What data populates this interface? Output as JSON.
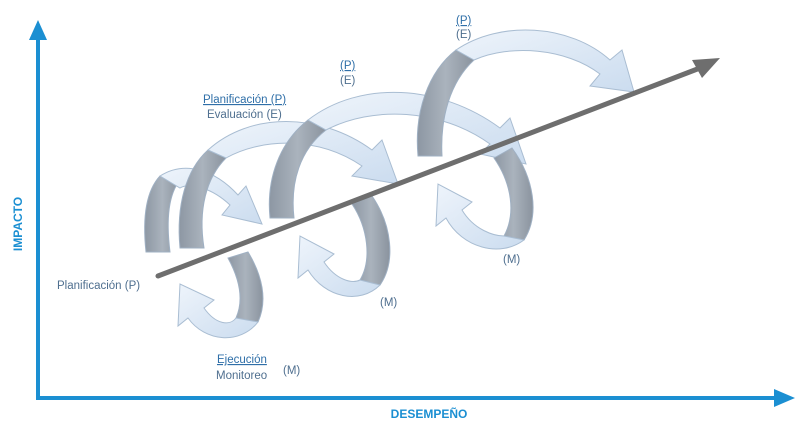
{
  "axes": {
    "y_label": "IMPACTO",
    "x_label": "DESEMPEÑO"
  },
  "labels": {
    "start": "Planificación (P)",
    "plan_eval_top": "Planificación (P)",
    "plan_eval_bottom": "Evaluación (E)",
    "exec_top": "Ejecución",
    "exec_bottom": "Monitoreo",
    "exec_m": "(M)",
    "mid_p": "(P)",
    "mid_e": "(E)",
    "top_p": "(P)",
    "top_e": "(E)",
    "m_mid": "(M)",
    "m_right": "(M)"
  },
  "colors": {
    "axis": "#1b8fd2",
    "trend_arrow": "#7a7a7a",
    "band_light": "#d8e6f5",
    "band_dark": "#9aa4b0",
    "band_stroke": "#a9bdd2"
  }
}
